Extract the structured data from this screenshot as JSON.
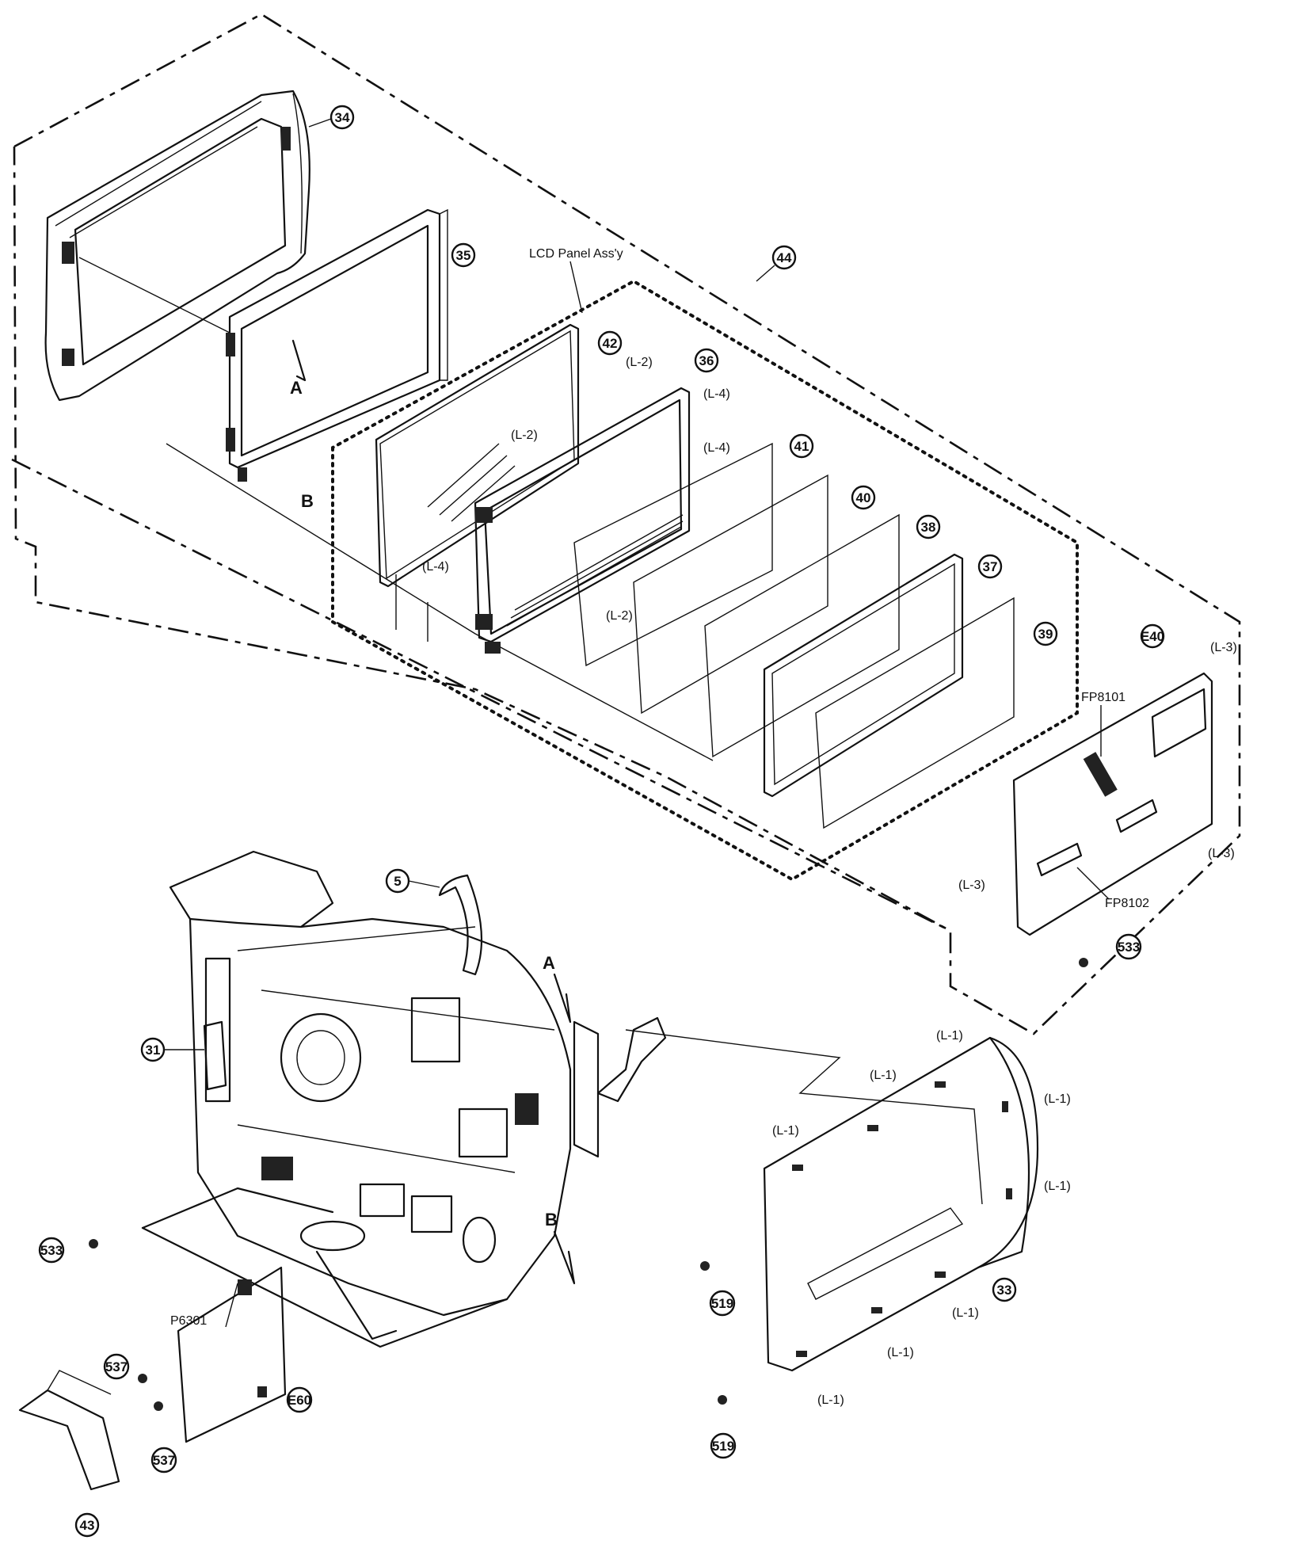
{
  "callouts": {
    "c34": "34",
    "c35": "35",
    "c44": "44",
    "c42": "42",
    "c36": "36",
    "c41": "41",
    "c40": "40",
    "c38": "38",
    "c37": "37",
    "c39": "39",
    "cE40": "E40",
    "c5": "5",
    "c31": "31",
    "c533a": "533",
    "c533b": "533",
    "c33": "33",
    "c519a": "519",
    "c519b": "519",
    "c537a": "537",
    "c537b": "537",
    "cE60": "E60",
    "c43": "43"
  },
  "labels": {
    "lcd_panel": "LCD Panel Ass'y",
    "fp8101": "FP8101",
    "fp8102": "FP8102",
    "p6301": "P6301",
    "A_top": "A",
    "B_top": "B",
    "A_mid": "A",
    "B_mid": "B",
    "l2a": "(L-2)",
    "l2b": "(L-2)",
    "l2c": "(L-2)",
    "l4a": "(L-4)",
    "l4b": "(L-4)",
    "l4c": "(L-4)",
    "l3a": "(L-3)",
    "l3b": "(L-3)",
    "l3c": "(L-3)",
    "l1a": "(L-1)",
    "l1b": "(L-1)",
    "l1c": "(L-1)",
    "l1d": "(L-1)",
    "l1e": "(L-1)",
    "l1f": "(L-1)",
    "l1g": "(L-1)",
    "l1h": "(L-1)"
  }
}
